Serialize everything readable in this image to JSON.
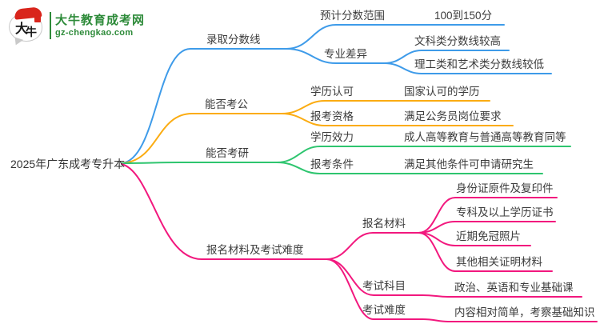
{
  "logo": {
    "site_name": "大牛教育成考网",
    "site_url": "gz-chengkao.com",
    "mark_char_1": "大",
    "mark_char_2": "牛",
    "brand_green": "#2e8b3a",
    "brand_red": "#d9251c"
  },
  "map": {
    "root": {
      "label": "2025年广东成考专升本"
    },
    "branches": [
      {
        "label": "录取分数线",
        "color": "#3e9be9",
        "children": [
          {
            "label": "预计分数范围",
            "children": [
              {
                "label": "100到150分"
              }
            ]
          },
          {
            "label": "专业差异",
            "children": [
              {
                "label": "文科类分数线较高"
              },
              {
                "label": "理工类和艺术类分数线较低"
              }
            ]
          }
        ]
      },
      {
        "label": "能否考公",
        "color": "#fbac12",
        "children": [
          {
            "label": "学历认可",
            "children": [
              {
                "label": "国家认可的学历"
              }
            ]
          },
          {
            "label": "报考资格",
            "children": [
              {
                "label": "满足公务员岗位要求"
              }
            ]
          }
        ]
      },
      {
        "label": "能否考研",
        "color": "#2ec56f",
        "children": [
          {
            "label": "学历效力",
            "children": [
              {
                "label": "成人高等教育与普通高等教育同等"
              }
            ]
          },
          {
            "label": "报考条件",
            "children": [
              {
                "label": "满足其他条件可申请研究生"
              }
            ]
          }
        ]
      },
      {
        "label": "报名材料及考试难度",
        "color": "#f2187e",
        "children": [
          {
            "label": "报名材料",
            "children": [
              {
                "label": "身份证原件及复印件"
              },
              {
                "label": "专科及以上学历证书"
              },
              {
                "label": "近期免冠照片"
              },
              {
                "label": "其他相关证明材料"
              }
            ]
          },
          {
            "label": "考试科目",
            "children": [
              {
                "label": "政治、英语和专业基础课"
              }
            ]
          },
          {
            "label": "考试难度",
            "children": [
              {
                "label": "内容相对简单，考察基础知识"
              }
            ]
          }
        ]
      }
    ]
  }
}
